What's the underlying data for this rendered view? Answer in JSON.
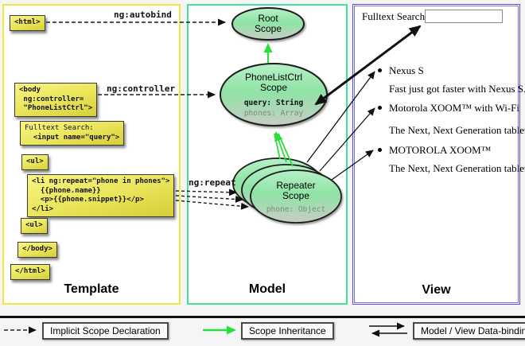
{
  "sections": {
    "template": {
      "label": "Template"
    },
    "model": {
      "label": "Model"
    },
    "view": {
      "label": "View"
    }
  },
  "template": {
    "boxes": {
      "html_open": "<html>",
      "body_open": "<body\n ng:controller=\n \"PhoneListCtrl\">",
      "fulltext_line1": "Fulltext Search:",
      "fulltext_line2": "  <input name=\"query\">",
      "ul_open": "<ul>",
      "li_repeat": "<li ng:repeat=\"phone in phones\">\n  {{phone.name}}\n  <p>{{phone.snippet}}</p>\n</li>",
      "ul_close": "<ul>",
      "body_close": "</body>",
      "html_close": "</html>"
    }
  },
  "arrows": {
    "autobind_label": "ng:autobind",
    "controller_label": "ng:controller",
    "repeat_label": "ng:repeat"
  },
  "model": {
    "root_scope": {
      "title": "Root\nScope"
    },
    "phonelist_scope": {
      "title": "PhoneListCtrl\nScope",
      "prop_query": "query: String",
      "prop_phones": "phones: Array"
    },
    "repeater_scope": {
      "title": "Repeater\nScope",
      "prop_phone": "phone: Object"
    }
  },
  "view": {
    "search_label": "Fulltext Search:",
    "search_value": "",
    "items": [
      {
        "title": "Nexus S",
        "desc": "Fast just got faster with Nexus S."
      },
      {
        "title": "Motorola XOOM™ with Wi-Fi",
        "desc": "The Next, Next Generation tablet."
      },
      {
        "title": "MOTOROLA XOOM™",
        "desc": "The Next, Next Generation tablet."
      }
    ]
  },
  "legend": {
    "implicit": "Implicit Scope Declaration",
    "inheritance": "Scope Inheritance",
    "databinding": "Model / View Data-binding"
  },
  "colors": {
    "template_border": "#f0e83c",
    "model_border": "#3fe398",
    "view_border": "#5b4be6",
    "scope_fill_top": "#b2eec3",
    "scope_fill_bottom": "#c7cdc3",
    "code_box_top": "#f8f481",
    "code_box_bottom": "#d5ce38",
    "green_arrow": "#2bdf3a",
    "black_arrow": "#111111"
  }
}
